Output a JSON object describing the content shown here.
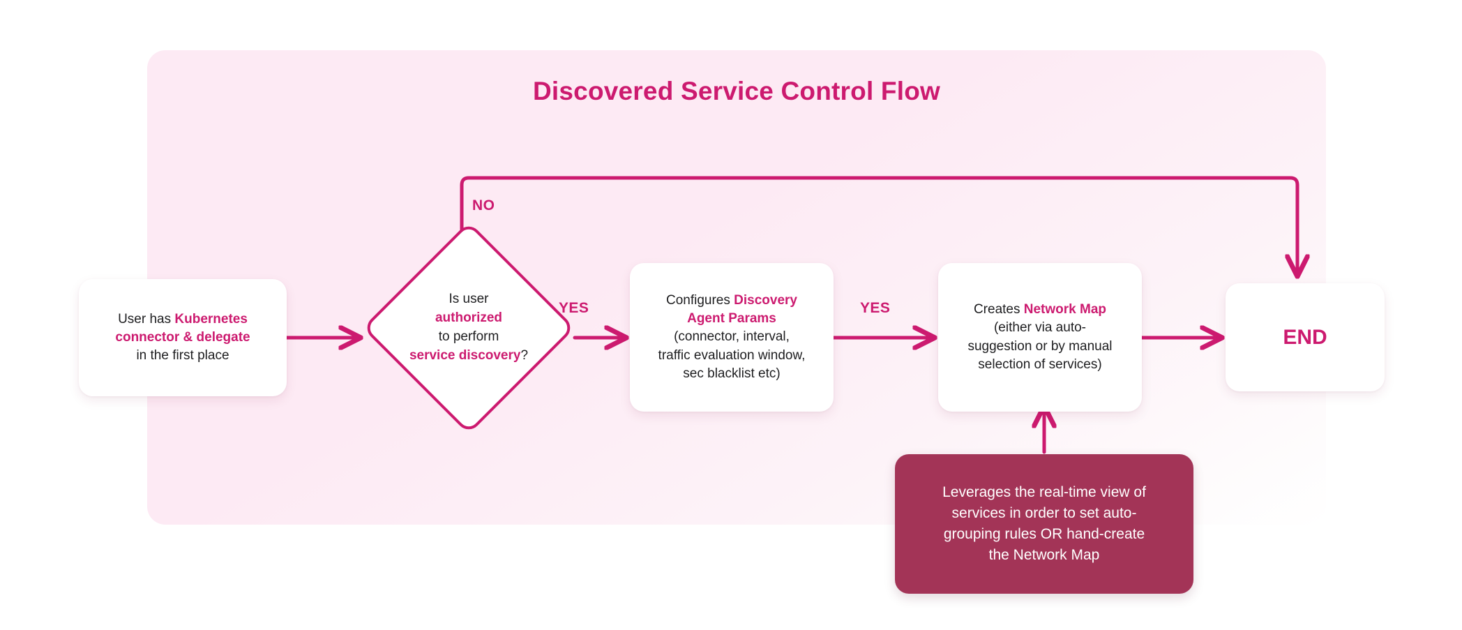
{
  "diagram": {
    "title": "Discovered Service Control Flow",
    "accent_color": "#cc1a6f",
    "panel_color": "#fdeaf4",
    "note_color": "#a33457"
  },
  "nodes": {
    "start": {
      "name": "start-node",
      "line1_plain": "User has ",
      "line1_highlight": "Kubernetes",
      "line2_highlight": "connector & delegate",
      "line3_plain": "in the first place"
    },
    "decision": {
      "name": "decision-node",
      "line1": "Is user",
      "line2_highlight": "authorized",
      "line3": "to perform",
      "line4_highlight": "service discovery",
      "line4_suffix": "?"
    },
    "params": {
      "name": "configure-params-node",
      "line1_plain": "Configures ",
      "line1_highlight": "Discovery",
      "line2_highlight": "Agent Params",
      "line3": "(connector, interval,",
      "line4": "traffic evaluation window,",
      "line5": "sec blacklist etc)"
    },
    "map": {
      "name": "create-network-map-node",
      "line1_plain": "Creates ",
      "line1_highlight": "Network Map",
      "line2": "(either via auto-",
      "line3": "suggestion or by manual",
      "line4": "selection of services)"
    },
    "end": {
      "name": "end-node",
      "label": "END"
    },
    "note": {
      "name": "leverages-note",
      "line1": "Leverages the real-time view of",
      "line2": "services in order to set auto-",
      "line3": "grouping rules OR hand-create",
      "line4": "the Network Map"
    }
  },
  "edges": {
    "no_label": "NO",
    "yes_label_1": "YES",
    "yes_label_2": "YES"
  }
}
